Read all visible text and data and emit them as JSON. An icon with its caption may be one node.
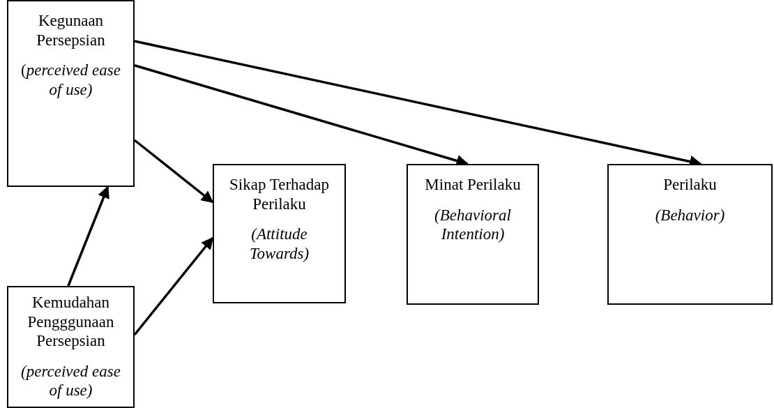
{
  "diagram": {
    "nodes": [
      {
        "text": [
          "Kegunaan Persepsian",
          "(*perceived ease of use)*"
        ]
      },
      {
        "text": [
          "Kemudahan Pengggunaan Persepsian",
          "(perceived ease of use)"
        ]
      },
      {
        "text": [
          "Sikap Terhadap Perilaku",
          "(Attitude Towards)"
        ]
      },
      {
        "text": [
          "Minat Perilaku",
          "(Behavioral Intention)"
        ]
      },
      {
        "text": [
          "Perilaku",
          "(Behavior)"
        ]
      }
    ],
    "edges": [
      {
        "from": 0,
        "to": 2,
        "arrow": "to"
      },
      {
        "from": 0,
        "to": 3,
        "arrow": "to"
      },
      {
        "from": 0,
        "to": 4,
        "arrow": "to"
      },
      {
        "from": 1,
        "to": 0,
        "arrow": "to"
      },
      {
        "from": 1,
        "to": 2,
        "arrow": "to"
      }
    ]
  }
}
